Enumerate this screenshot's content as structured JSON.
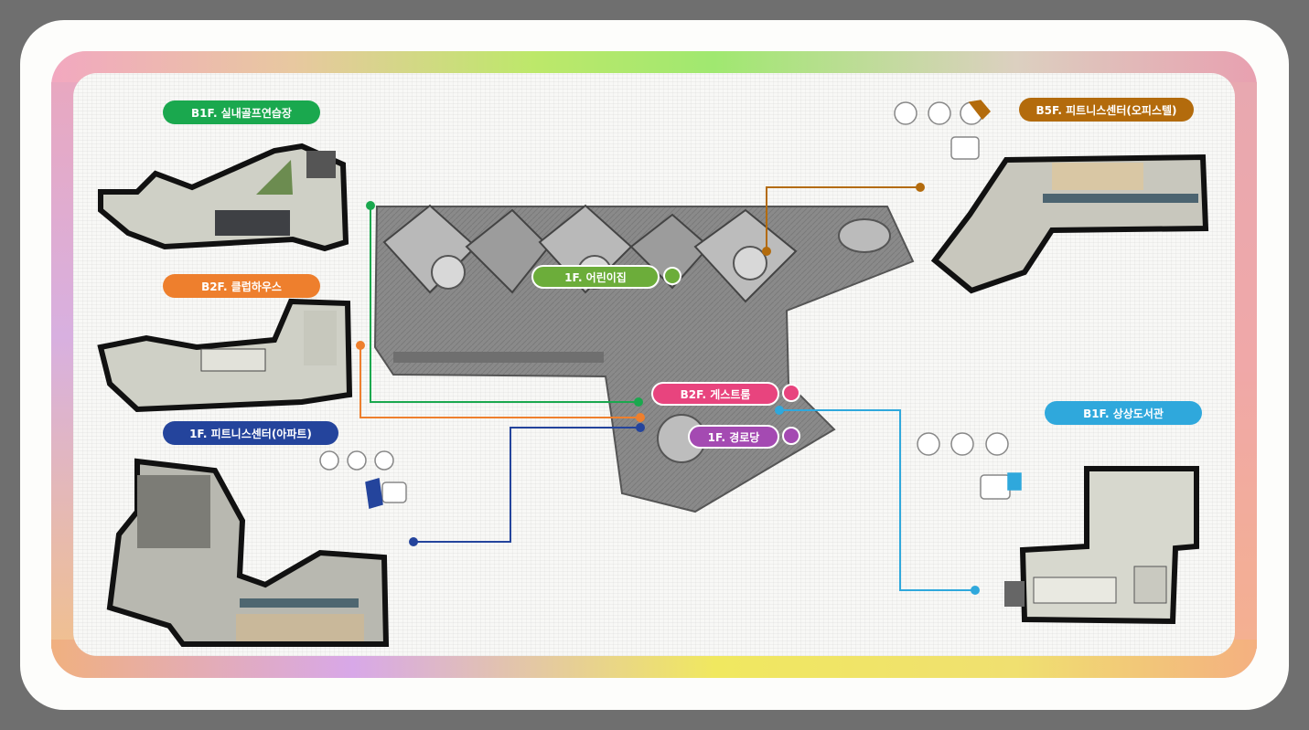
{
  "labels": {
    "b1f_golf": "B1F. 실내골프연습장",
    "b2f_clubhouse": "B2F. 클럽하우스",
    "f1_fitness_apt": "1F. 피트니스센터(아파트)",
    "b5f_fitness_office": "B5F. 피트니스센터(오피스텔)",
    "b1f_library": "B1F. 상상도서관",
    "f1_daycare": "1F. 어린이집",
    "b2f_guestroom": "B2F. 게스트룸",
    "f1_senior": "1F. 경로당"
  },
  "colors": {
    "green": "#1aa84e",
    "orange": "#ee7f2d",
    "navy": "#24449c",
    "brown": "#b36b0c",
    "sky": "#2fa8dc",
    "lime": "#6cad3a",
    "pink": "#e8447e",
    "purple": "#a44ab2"
  }
}
